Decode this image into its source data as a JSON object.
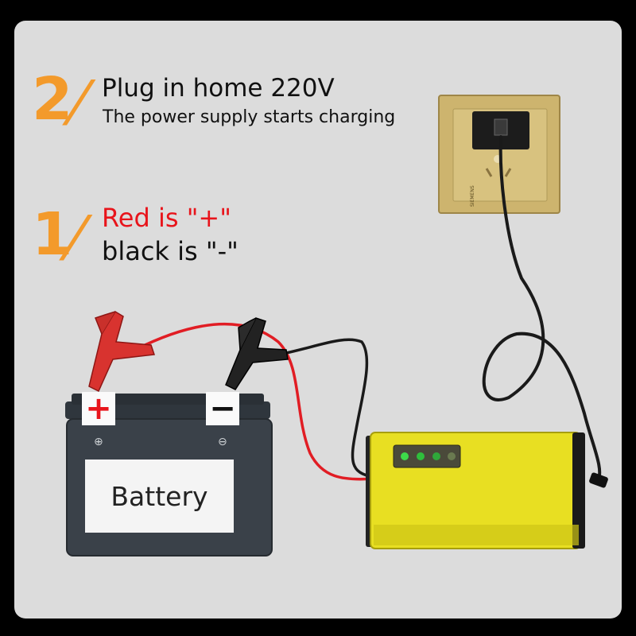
{
  "step2": {
    "number": "2",
    "slash": "/",
    "heading": "Plug in home 220V",
    "subtitle": "The power supply starts charging"
  },
  "step1": {
    "number": "1",
    "slash": "/",
    "line1": "Red is \"+\"",
    "line2": "black is \"-\""
  },
  "battery": {
    "label": "Battery",
    "plus_sign": "+",
    "minus_sign": "−",
    "terminal_plus": "⊕",
    "terminal_minus": "⊖"
  },
  "outlet": {
    "brand": "SIEMENS"
  },
  "charger": {
    "indicator_count": 4
  },
  "colors": {
    "accent": "#f39a2b",
    "red_text": "#e8141b",
    "charger_yellow": "#e8df22",
    "battery_body": "#3a4149",
    "outlet_gold": "#cdb46e"
  }
}
